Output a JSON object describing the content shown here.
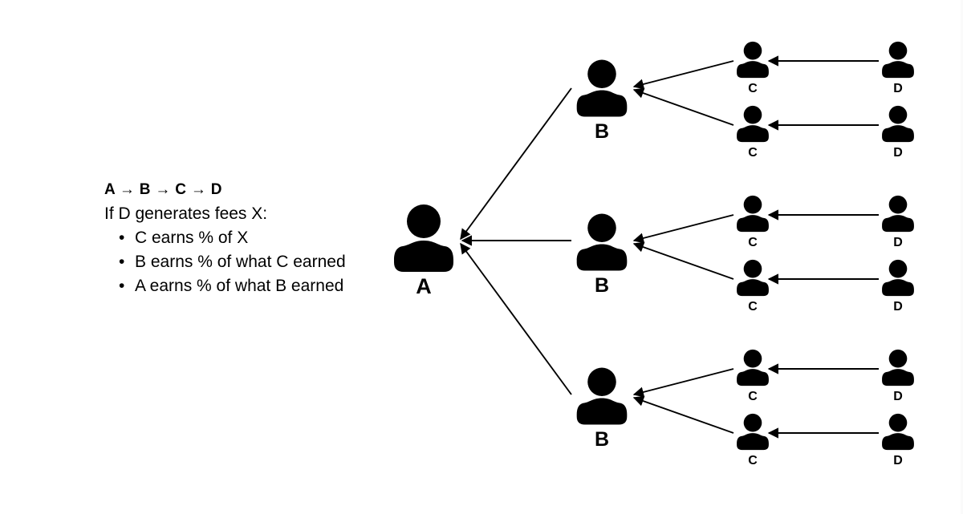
{
  "diagram": {
    "title_chain": "A → B → C → D",
    "background_color": "#ffffff",
    "figure_color": "#000000"
  },
  "legend": {
    "chain": "A → B → C → D",
    "intro": "If D generates fees X:",
    "bullet_glyph": "•",
    "items": [
      {
        "text": "C earns % of X"
      },
      {
        "text": "B earns % of what C earned"
      },
      {
        "text": "A earns % of what B earned"
      }
    ]
  },
  "nodes": {
    "a": {
      "label": "A"
    },
    "b1": {
      "label": "B"
    },
    "b2": {
      "label": "B"
    },
    "b3": {
      "label": "B"
    },
    "c1": {
      "label": "C"
    },
    "c2": {
      "label": "C"
    },
    "c3": {
      "label": "C"
    },
    "c4": {
      "label": "C"
    },
    "c5": {
      "label": "C"
    },
    "c6": {
      "label": "C"
    },
    "d1": {
      "label": "D"
    },
    "d2": {
      "label": "D"
    },
    "d3": {
      "label": "D"
    },
    "d4": {
      "label": "D"
    },
    "d5": {
      "label": "D"
    },
    "d6": {
      "label": "D"
    }
  },
  "edges": [
    {
      "from": "b1",
      "to": "a",
      "direction": "left"
    },
    {
      "from": "b2",
      "to": "a",
      "direction": "left"
    },
    {
      "from": "b3",
      "to": "a",
      "direction": "left"
    },
    {
      "from": "c1",
      "to": "b1",
      "direction": "left"
    },
    {
      "from": "c2",
      "to": "b1",
      "direction": "left"
    },
    {
      "from": "c3",
      "to": "b2",
      "direction": "left"
    },
    {
      "from": "c4",
      "to": "b2",
      "direction": "left"
    },
    {
      "from": "c5",
      "to": "b3",
      "direction": "left"
    },
    {
      "from": "c6",
      "to": "b3",
      "direction": "left"
    },
    {
      "from": "d1",
      "to": "c1",
      "direction": "left"
    },
    {
      "from": "d2",
      "to": "c2",
      "direction": "left"
    },
    {
      "from": "d3",
      "to": "c3",
      "direction": "left"
    },
    {
      "from": "d4",
      "to": "c4",
      "direction": "left"
    },
    {
      "from": "d5",
      "to": "c5",
      "direction": "left"
    },
    {
      "from": "d6",
      "to": "c6",
      "direction": "left"
    }
  ]
}
